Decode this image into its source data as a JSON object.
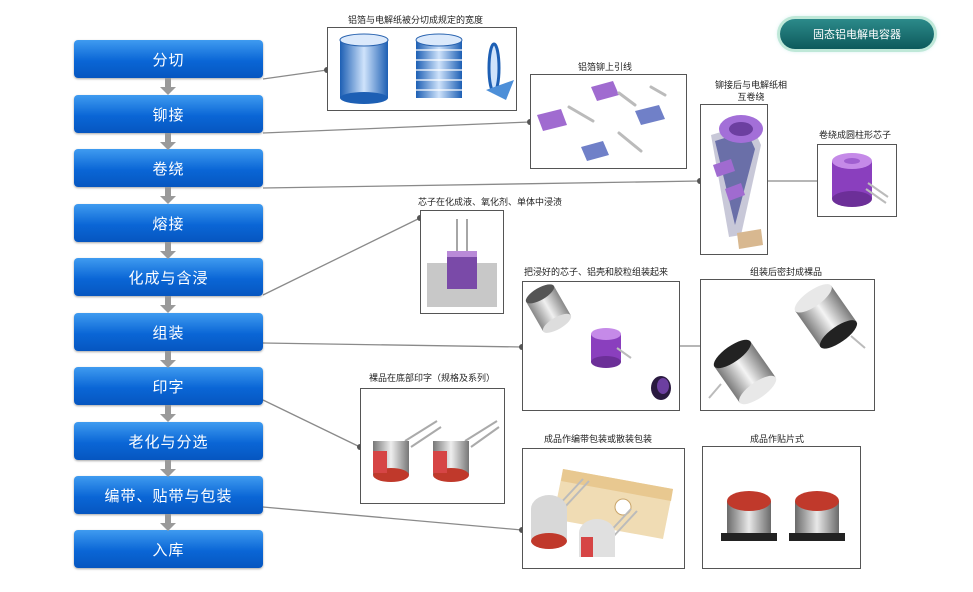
{
  "title": "固态铝电解电容器",
  "steps": [
    "分切",
    "铆接",
    "卷绕",
    "熔接",
    "化成与含浸",
    "组装",
    "印字",
    "老化与分选",
    "编带、贴带与包装",
    "入库"
  ],
  "captions": {
    "slitting": "铝箔与电解纸被分切成规定的宽度",
    "riveting": "铝箔铆上引线",
    "winding": "铆接后与电解纸相\n互卷绕",
    "core": "卷绕成圆柱形芯子",
    "impregnation": "芯子在化成液、氧化剂、单体中浸渍",
    "assembly": "把浸好的芯子、铝壳和胶粒组装起来",
    "sealed": "组装后密封成裸品",
    "printing": "裸品在底部印字（规格及系列）",
    "taping": "成品作编带包装或散装包装",
    "smd": "成品作贴片式"
  },
  "colors": {
    "step_blue": "#0a66d6",
    "accent_purple": "#9b59c9",
    "badge_teal": "#1a6f70"
  }
}
